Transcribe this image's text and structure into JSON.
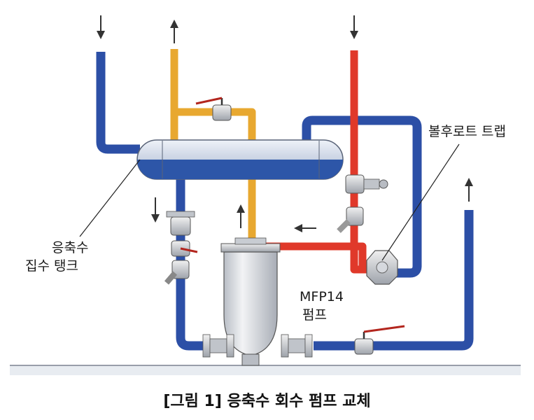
{
  "labels": {
    "float_trap": "볼후로트 트랩",
    "tank_line1": "응축수",
    "tank_line2": "집수 탱크",
    "pump_line1": "MFP14",
    "pump_line2": "펌프"
  },
  "caption": "[그림 1] 응축수 회수 펌프 교체",
  "colors": {
    "condensate_pipe": "#2c4fa6",
    "steam_pipe": "#e8a830",
    "hot_pipe": "#e0392a",
    "tank_water": "#2d56a8",
    "equipment": "#dcdcdc"
  }
}
